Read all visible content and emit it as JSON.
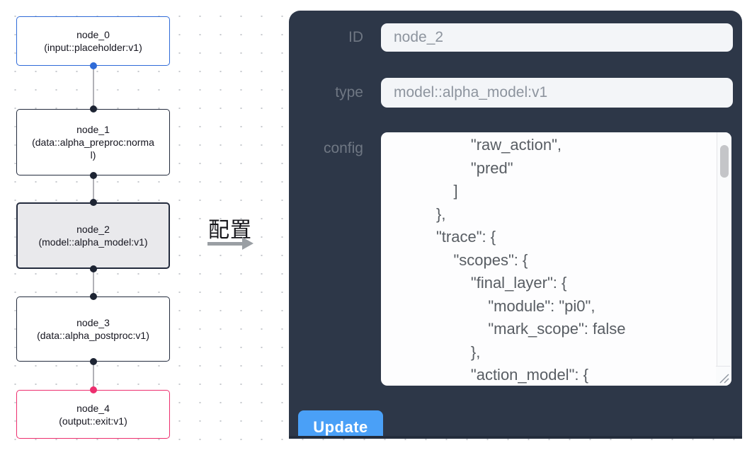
{
  "flow": {
    "nodes": [
      {
        "title": "node_0",
        "subtitle": "(input::placeholder:v1)",
        "kind": "input",
        "selected": false
      },
      {
        "title": "node_1",
        "subtitle": "(data::alpha_preproc:normal)",
        "kind": "default",
        "selected": false
      },
      {
        "title": "node_2",
        "subtitle": "(model::alpha_model:v1)",
        "kind": "model",
        "selected": true
      },
      {
        "title": "node_3",
        "subtitle": "(data::alpha_postproc:v1)",
        "kind": "default",
        "selected": false
      },
      {
        "title": "node_4",
        "subtitle": "(output::exit:v1)",
        "kind": "output",
        "selected": false
      }
    ],
    "arrow_label": "配置"
  },
  "panel": {
    "fields": {
      "id": {
        "label": "ID",
        "value": "node_2"
      },
      "type": {
        "label": "type",
        "value": "model::alpha_model:v1"
      },
      "config": {
        "label": "config",
        "lines": [
          "        \"raw_action\",",
          "        \"pred\"",
          "    ]",
          "},",
          "\"trace\": {",
          "    \"scopes\": {",
          "        \"final_layer\": {",
          "            \"module\": \"pi0\",",
          "            \"mark_scope\": false",
          "        },",
          "        \"action_model\": {"
        ]
      }
    },
    "update_button": "Update"
  },
  "colors": {
    "panel_bg": "#2d3748",
    "input_node_border": "#2f6bd8",
    "default_node_border": "#232b3d",
    "output_node_border": "#ed2e6e",
    "selected_node_bg": "#e9e9ec",
    "edge": "#b1b1b7",
    "update_button_bg": "#4aa0f7",
    "field_bg": "#f3f5f8",
    "field_text": "#8d949e",
    "label_text": "#6f7783"
  }
}
